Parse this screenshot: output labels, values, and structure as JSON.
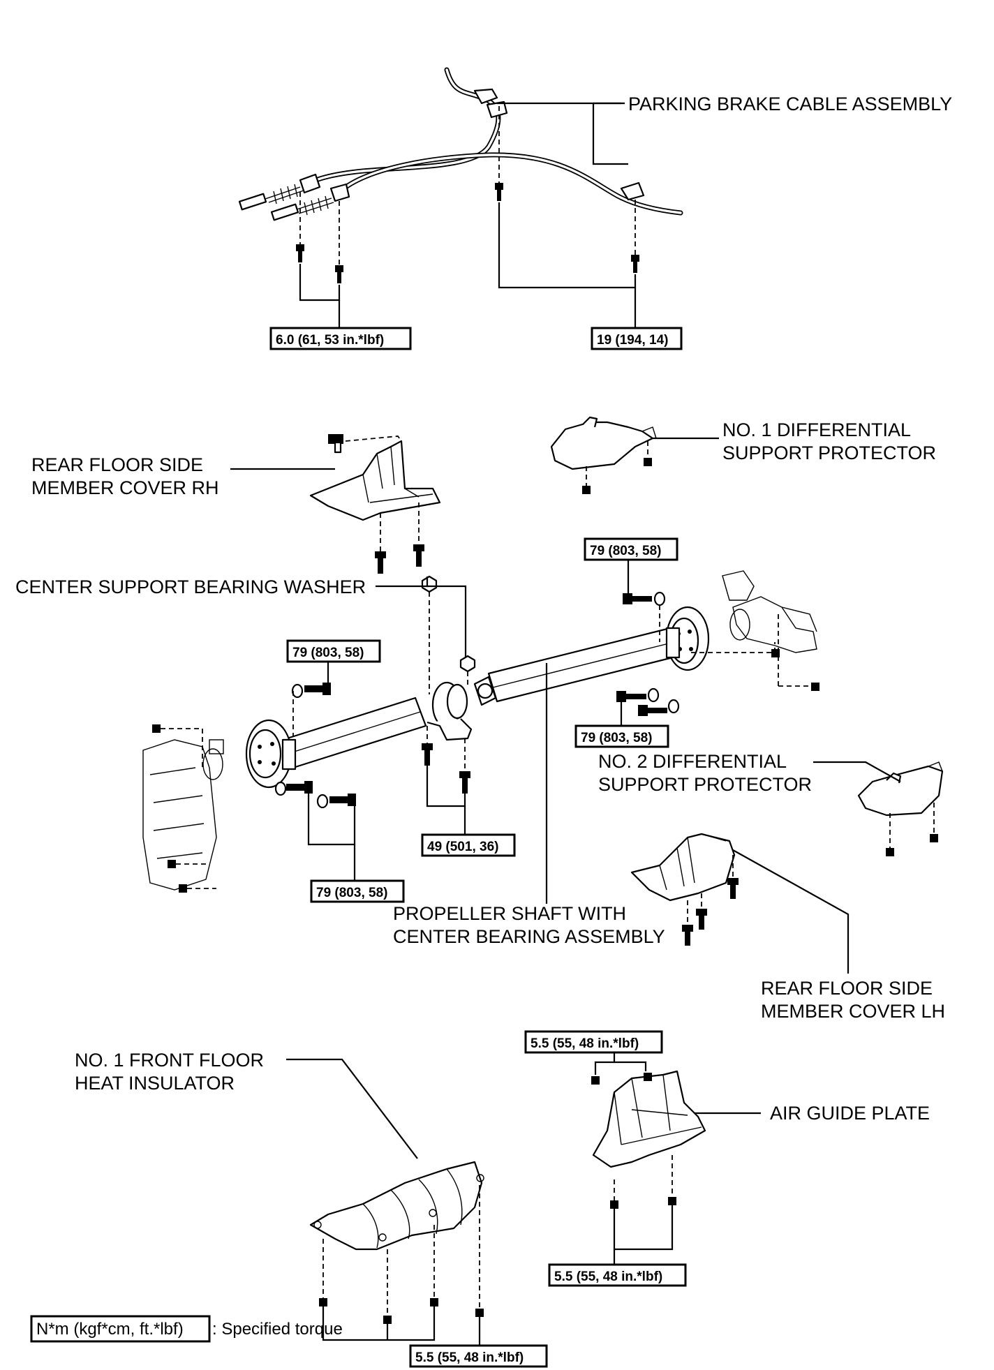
{
  "labels": {
    "parking_brake_cable": "PARKING BRAKE CABLE ASSEMBLY",
    "rear_floor_rh_1": "REAR FLOOR SIDE",
    "rear_floor_rh_2": "MEMBER COVER RH",
    "diff_protector_1_1": "NO. 1 DIFFERENTIAL",
    "diff_protector_1_2": "SUPPORT PROTECTOR",
    "center_washer": "CENTER SUPPORT BEARING WASHER",
    "diff_protector_2_1": "NO. 2 DIFFERENTIAL",
    "diff_protector_2_2": "SUPPORT PROTECTOR",
    "propeller_1": "PROPELLER SHAFT WITH",
    "propeller_2": "CENTER BEARING ASSEMBLY",
    "rear_floor_lh_1": "REAR FLOOR SIDE",
    "rear_floor_lh_2": "MEMBER COVER LH",
    "heat_insulator_1": "NO. 1 FRONT FLOOR",
    "heat_insulator_2": "HEAT INSULATOR",
    "air_guide": "AIR GUIDE PLATE"
  },
  "torques": {
    "cable_left": "6.0 (61, 53 in.*lbf)",
    "cable_right": "19 (194, 14)",
    "rear_flange_top": "79 (803, 58)",
    "front_flange_top": "79 (803, 58)",
    "rear_flange_bottom": "79 (803, 58)",
    "center_bearing": "49 (501, 36)",
    "front_flange_bottom": "79 (803, 58)",
    "air_guide_top": "5.5 (55, 48 in.*lbf)",
    "air_guide_bottom": "5.5 (55, 48 in.*lbf)",
    "heat_insulator": "5.5 (55, 48 in.*lbf)"
  },
  "legend": {
    "unit": "N*m (kgf*cm, ft.*lbf)",
    "text": ": Specified torque"
  }
}
